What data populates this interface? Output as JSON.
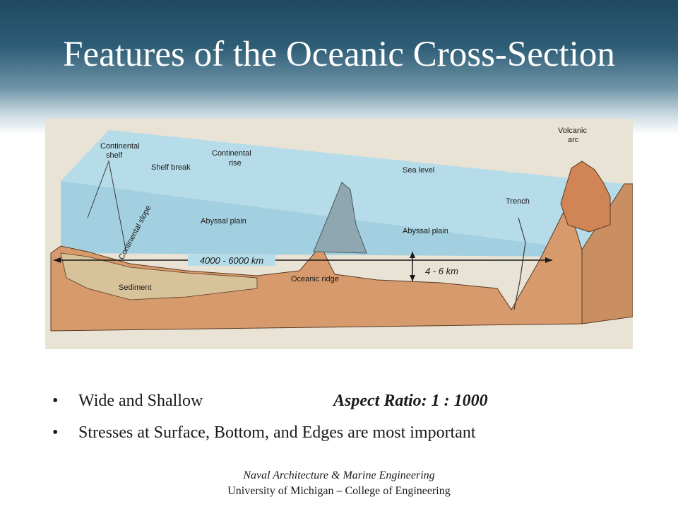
{
  "slide": {
    "title": "Features of the Oceanic Cross-Section"
  },
  "figure": {
    "labels": {
      "continental_shelf_1": "Continental",
      "continental_shelf_2": "shelf",
      "shelf_break": "Shelf break",
      "continental_rise_1": "Continental",
      "continental_rise_2": "rise",
      "sea_level": "Sea level",
      "volcanic_arc_1": "Volcanic",
      "volcanic_arc_2": "arc",
      "trench": "Trench",
      "abyssal_plain_left": "Abyssal plain",
      "abyssal_plain_right": "Abyssal plain",
      "continental_slope": "Continental slope",
      "sediment": "Sediment",
      "oceanic_ridge": "Oceanic ridge"
    },
    "width_annotation": "4000 - 6000 km",
    "depth_annotation": "4 - 6 km"
  },
  "bullets": [
    {
      "bullet": "•",
      "text": "Wide and Shallow"
    },
    {
      "bullet": "•",
      "text": "Stresses at Surface, Bottom, and Edges are most important"
    }
  ],
  "aspect_ratio": "Aspect Ratio:  1 : 1000",
  "footer": {
    "department": "Naval Architecture & Marine Engineering",
    "university": "University of Michigan – College of Engineering"
  }
}
